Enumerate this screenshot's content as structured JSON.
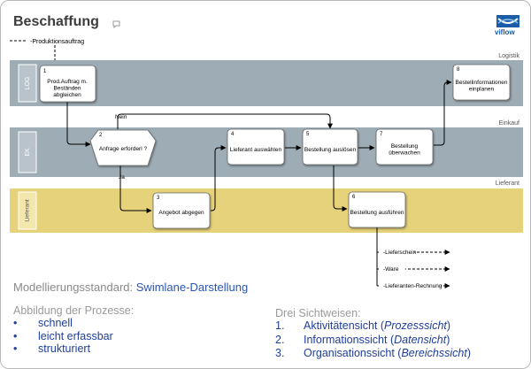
{
  "header": {
    "title": "Beschaffung",
    "logo_text": "viflow",
    "icons": [
      "comment-icon",
      "viflow-logo"
    ]
  },
  "diagram": {
    "start_label": "Produktionsauftrag",
    "lanes": [
      {
        "short": "LOG",
        "name": "Logistik",
        "color": "#9eacb5"
      },
      {
        "short": "EK",
        "name": "Einkauf",
        "color": "#9eacb5"
      },
      {
        "short": "Lieferant",
        "name": "Lieferant",
        "color": "#e6d27a"
      }
    ],
    "processes": [
      {
        "num": "1",
        "lines": [
          "Prod.Auftrag m.",
          "Beständen",
          "abgleichen"
        ]
      },
      {
        "num": "2",
        "lines": [
          "Anfrage erforderl ?"
        ]
      },
      {
        "num": "3",
        "lines": [
          "Angebot abgegen"
        ]
      },
      {
        "num": "4",
        "lines": [
          "Lieferant auswählen"
        ]
      },
      {
        "num": "5",
        "lines": [
          "Bestellung auslösen"
        ]
      },
      {
        "num": "6",
        "lines": [
          "Bestellung ausführen"
        ]
      },
      {
        "num": "7",
        "lines": [
          "Bestellung",
          "überwachen"
        ]
      },
      {
        "num": "8",
        "lines": [
          "Bestellinformationen",
          "einplanen"
        ]
      }
    ],
    "decision_labels": {
      "no": "Nein",
      "yes": "Ja"
    },
    "outputs": [
      "Lieferschein",
      "Ware",
      "Lieferanten-Rechnung"
    ]
  },
  "footer": {
    "standard_label": "Modellierungsstandard:",
    "standard_value": "Swimlane-Darstellung",
    "abbildung": {
      "title": "Abbildung der Prozesse:",
      "items": [
        "schnell",
        "leicht erfassbar",
        "strukturiert"
      ]
    },
    "sichtweisen": {
      "title": "Drei Sichtweisen:",
      "items": [
        {
          "num": "1.",
          "text": "Aktivitätensicht (",
          "italic": "Prozesssicht",
          "close": ")"
        },
        {
          "num": "2.",
          "text": "Informationssicht (",
          "italic": "Datensicht",
          "close": ")"
        },
        {
          "num": "3.",
          "text": "Organisationssicht (",
          "italic": "Bereichssicht",
          "close": ")"
        }
      ]
    }
  }
}
